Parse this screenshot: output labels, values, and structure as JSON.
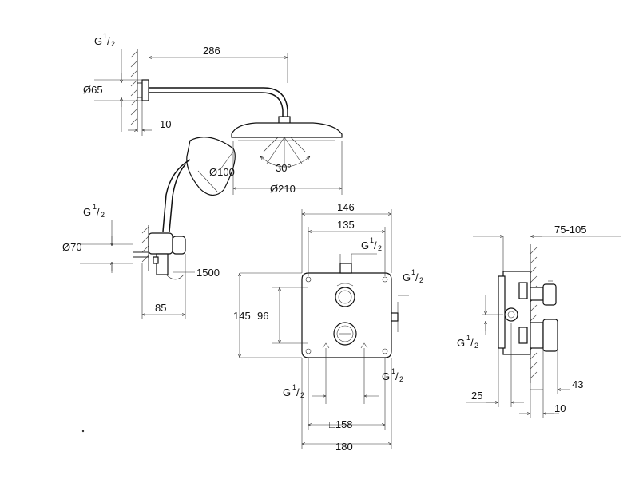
{
  "shower_view": {
    "arm_length": "286",
    "inlet_top": {
      "g": "G",
      "num": "1",
      "den": "2"
    },
    "flange_top": "Ø65",
    "wall_gap": "10",
    "handshower_head": "Ø100",
    "angle": "30°",
    "head_diameter": "Ø210",
    "inlet_elbow": {
      "g": "G",
      "num": "1",
      "den": "2"
    },
    "flange_elbow": "Ø70",
    "hose_length": "1500",
    "elbow_depth": "85"
  },
  "front_view": {
    "outer_width_top": "146",
    "inner_width_top": "135",
    "outlet_top": {
      "g": "G",
      "num": "1",
      "den": "2"
    },
    "outlet_right": {
      "g": "G",
      "num": "1",
      "den": "2"
    },
    "height_outer": "145",
    "height_inner": "96",
    "inlet_left": {
      "g": "G",
      "num": "1",
      "den": "2"
    },
    "inlet_right": {
      "g": "G",
      "num": "1",
      "den": "2"
    },
    "square_size": "□158",
    "total_width": "180"
  },
  "side_view": {
    "depth_range": "75-105",
    "inlet": {
      "g": "G",
      "num": "1",
      "den": "2"
    },
    "offset_left": "25",
    "projection": "43",
    "offset_bottom": "10"
  }
}
